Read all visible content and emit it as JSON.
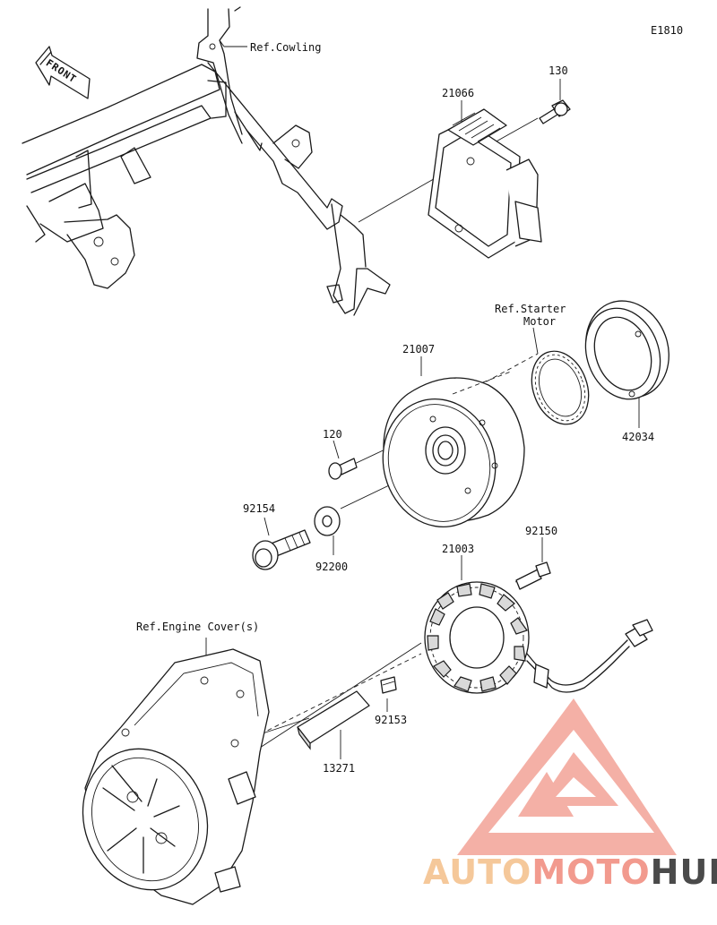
{
  "diagram": {
    "code": "E1810",
    "front_label": "FRONT",
    "refs": {
      "cowling": "Ref.Cowling",
      "starter_motor_line1": "Ref.Starter",
      "starter_motor_line2": "Motor",
      "engine_cover": "Ref.Engine Cover(s)"
    },
    "parts": {
      "regulator": "21066",
      "bolt_130": "130",
      "flywheel": "21007",
      "ring": "42034",
      "bolt_120": "120",
      "bolt_92154": "92154",
      "washer": "92200",
      "stator": "21003",
      "bolt_92150": "92150",
      "bolt_92153": "92153",
      "plate": "13271"
    }
  },
  "watermark": {
    "part1": "AUTO",
    "part2": "MOTO",
    "part3": "HUB",
    "color1": "#f5c89a",
    "color2": "#f29a8e",
    "color3": "#4a4a4a"
  }
}
